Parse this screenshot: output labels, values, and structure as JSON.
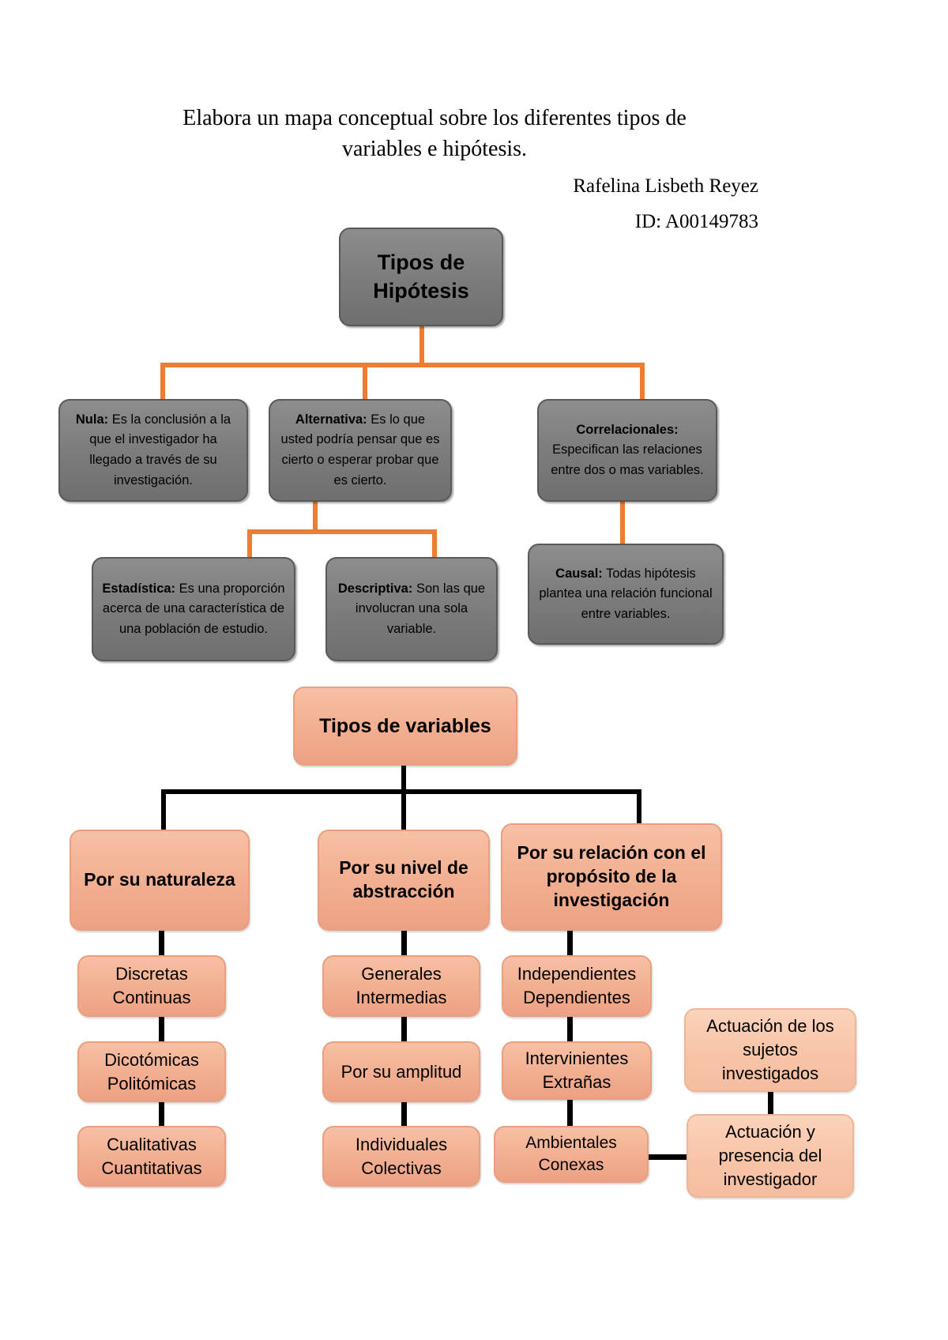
{
  "header": {
    "title": "Elabora un mapa conceptual sobre los diferentes tipos de variables e hipótesis.",
    "author": "Rafelina Lisbeth Reyez",
    "id": "ID: A00149783"
  },
  "colors": {
    "gray_node": "#7b7b7b",
    "gray_border": "#595959",
    "orange_node": "#f2ae90",
    "orange_light": "#f7c3a6",
    "orange_connector": "#ED7D31",
    "black_connector": "#000000"
  },
  "hypothesis_branch": {
    "root": "Tipos de Hipótesis",
    "level1": [
      {
        "id": "nula",
        "label_bold": "Nula:",
        "label_rest": " Es la conclusión a la que el investigador ha llegado a través de su investigación."
      },
      {
        "id": "alternativa",
        "label_bold": "Alternativa:",
        "label_rest": " Es lo que usted podría pensar que es cierto o esperar probar que es cierto."
      },
      {
        "id": "correlacionales",
        "label_bold": "Correlacionales:",
        "label_rest": " Especifican las relaciones entre dos o mas variables."
      }
    ],
    "level2": [
      {
        "id": "estadistica",
        "label_bold": "Estadística:",
        "label_rest": " Es una proporción acerca de una característica de una población de estudio."
      },
      {
        "id": "descriptiva",
        "label_bold": "Descriptiva:",
        "label_rest": " Son las que involucran una sola variable."
      },
      {
        "id": "causal",
        "label_bold": "Causal:",
        "label_rest": " Todas hipótesis plantea una relación funcional entre variables."
      }
    ]
  },
  "variables_branch": {
    "root": "Tipos de variables",
    "categories": [
      {
        "id": "naturaleza",
        "label": "Por su naturaleza"
      },
      {
        "id": "abstraccion",
        "label": "Por su nivel de abstracción"
      },
      {
        "id": "relacion",
        "label": "Por su relación con el propósito de la investigación"
      }
    ],
    "naturaleza_items": [
      "Discretas\nContinuas",
      "Dicotómicas\nPolitómicas",
      "Cualitativas\nCuantitativas"
    ],
    "abstraccion_items": [
      "Generales\nIntermedias",
      "Por su amplitud",
      "Individuales\nColectivas"
    ],
    "relacion_items": [
      "Independientes\nDependientes",
      "Intervinientes\nExtrañas",
      "Ambientales\nConexas"
    ],
    "side_items": [
      "Actuación de los sujetos investigados",
      "Actuación y presencia del investigador"
    ]
  }
}
